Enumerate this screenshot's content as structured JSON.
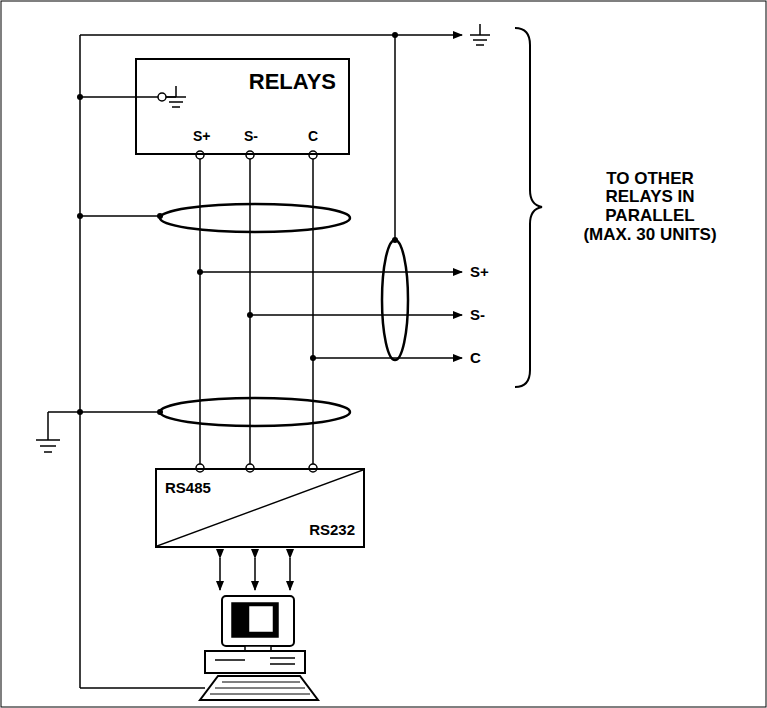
{
  "diagram": {
    "nodes": [
      {
        "text": [
          "RELAYS"
        ]
      },
      {
        "text": [
          "RS485",
          "RS232"
        ]
      }
    ],
    "edges": [
      {
        "from": 0,
        "to": 1,
        "arrow": "none"
      },
      {
        "from": 0,
        "to": 1,
        "arrow": "none"
      },
      {
        "from": 0,
        "to": 1,
        "arrow": "none"
      }
    ],
    "labels": [
      "S+",
      "S-",
      "C",
      "S+",
      "S-",
      "C",
      "TO OTHER RELAYS IN PARALLEL (MAX. 30 UNITS)"
    ]
  }
}
